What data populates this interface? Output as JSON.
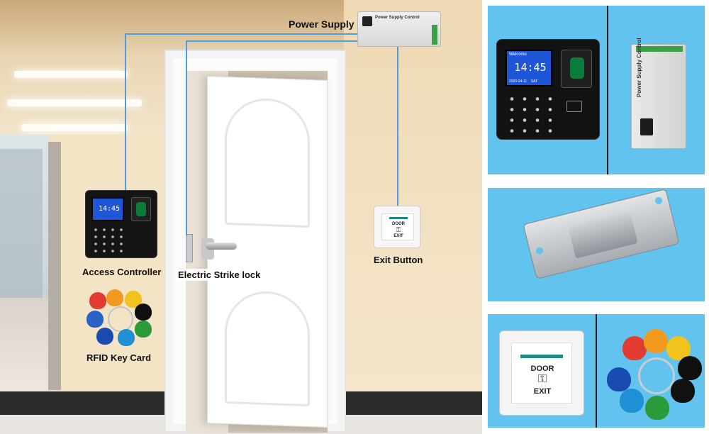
{
  "labels": {
    "power_supply": "Power Supply",
    "access_controller": "Access Controller",
    "electric_strike_lock": "Electric Strike lock",
    "exit_button": "Exit Button",
    "rfid_key_card": "RFID Key Card"
  },
  "devices": {
    "psu_title": "Power Supply Control",
    "controller_time": "14:45",
    "controller_welcome": "Welcome",
    "controller_date": "2020-04-11",
    "controller_day": "SAT",
    "exit_line1": "DOOR",
    "exit_line2": "EXIT"
  },
  "colors": {
    "wire": "#4a9fe0",
    "panel_bg": "#62c3ee",
    "screen": "#1f56d8",
    "fingerprint": "#0a7b3c",
    "exit_bar": "#1f8a86"
  },
  "rfid_colors": [
    "#e23b2f",
    "#f29a1d",
    "#f2c21d",
    "#0f0f0f",
    "#2a9a3a",
    "#2a63c8",
    "#1f8fd6",
    "#1a4bb0"
  ]
}
